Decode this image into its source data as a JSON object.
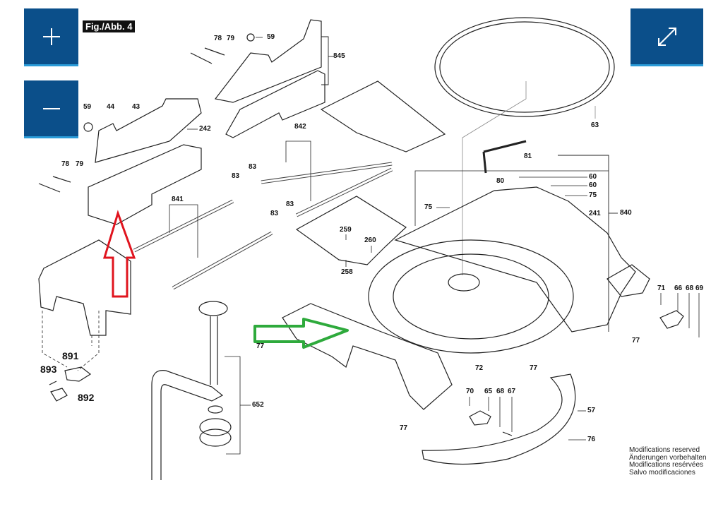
{
  "figure": {
    "label": "Fig./Abb. 4"
  },
  "controls": {
    "zoom_in": {
      "icon": "plus-icon"
    },
    "zoom_out": {
      "icon": "minus-icon"
    },
    "fullscreen": {
      "icon": "expand-arrows-icon"
    }
  },
  "callouts": [
    {
      "id": "c78a",
      "text": "78"
    },
    {
      "id": "c79a",
      "text": "79"
    },
    {
      "id": "c59a",
      "text": "59"
    },
    {
      "id": "c845",
      "text": "845"
    },
    {
      "id": "c59b",
      "text": "59"
    },
    {
      "id": "c44",
      "text": "44"
    },
    {
      "id": "c43",
      "text": "43"
    },
    {
      "id": "c242",
      "text": "242"
    },
    {
      "id": "c842",
      "text": "842"
    },
    {
      "id": "c63",
      "text": "63"
    },
    {
      "id": "c81",
      "text": "81"
    },
    {
      "id": "c78b",
      "text": "78"
    },
    {
      "id": "c79b",
      "text": "79"
    },
    {
      "id": "c841",
      "text": "841"
    },
    {
      "id": "c83a",
      "text": "83"
    },
    {
      "id": "c83b",
      "text": "83"
    },
    {
      "id": "c83c",
      "text": "83"
    },
    {
      "id": "c83d",
      "text": "83"
    },
    {
      "id": "c80",
      "text": "80"
    },
    {
      "id": "c60a",
      "text": "60"
    },
    {
      "id": "c60b",
      "text": "60"
    },
    {
      "id": "c75a",
      "text": "75"
    },
    {
      "id": "c75b",
      "text": "75"
    },
    {
      "id": "c241",
      "text": "241"
    },
    {
      "id": "c840",
      "text": "840"
    },
    {
      "id": "c259",
      "text": "259"
    },
    {
      "id": "c260",
      "text": "260"
    },
    {
      "id": "c258",
      "text": "258"
    },
    {
      "id": "c71",
      "text": "71"
    },
    {
      "id": "c66",
      "text": "66"
    },
    {
      "id": "c68a",
      "text": "68"
    },
    {
      "id": "c69",
      "text": "69"
    },
    {
      "id": "c77a",
      "text": "77"
    },
    {
      "id": "c77b",
      "text": "77"
    },
    {
      "id": "c891",
      "text": "891"
    },
    {
      "id": "c893",
      "text": "893"
    },
    {
      "id": "c892",
      "text": "892"
    },
    {
      "id": "c72",
      "text": "72"
    },
    {
      "id": "c77c",
      "text": "77"
    },
    {
      "id": "c652",
      "text": "652"
    },
    {
      "id": "c70",
      "text": "70"
    },
    {
      "id": "c65",
      "text": "65"
    },
    {
      "id": "c68b",
      "text": "68"
    },
    {
      "id": "c67",
      "text": "67"
    },
    {
      "id": "c57",
      "text": "57"
    },
    {
      "id": "c77d",
      "text": "77"
    },
    {
      "id": "c76",
      "text": "76"
    }
  ],
  "annotations": {
    "red_arrow": {
      "direction": "up",
      "color": "#e0141e"
    },
    "green_arrow": {
      "direction": "right",
      "color": "#2eaa3c"
    }
  },
  "notes": [
    "Modifications reserved",
    "Änderungen vorbehalten",
    "Modifications resérvées",
    "Salvo modificaciones"
  ]
}
